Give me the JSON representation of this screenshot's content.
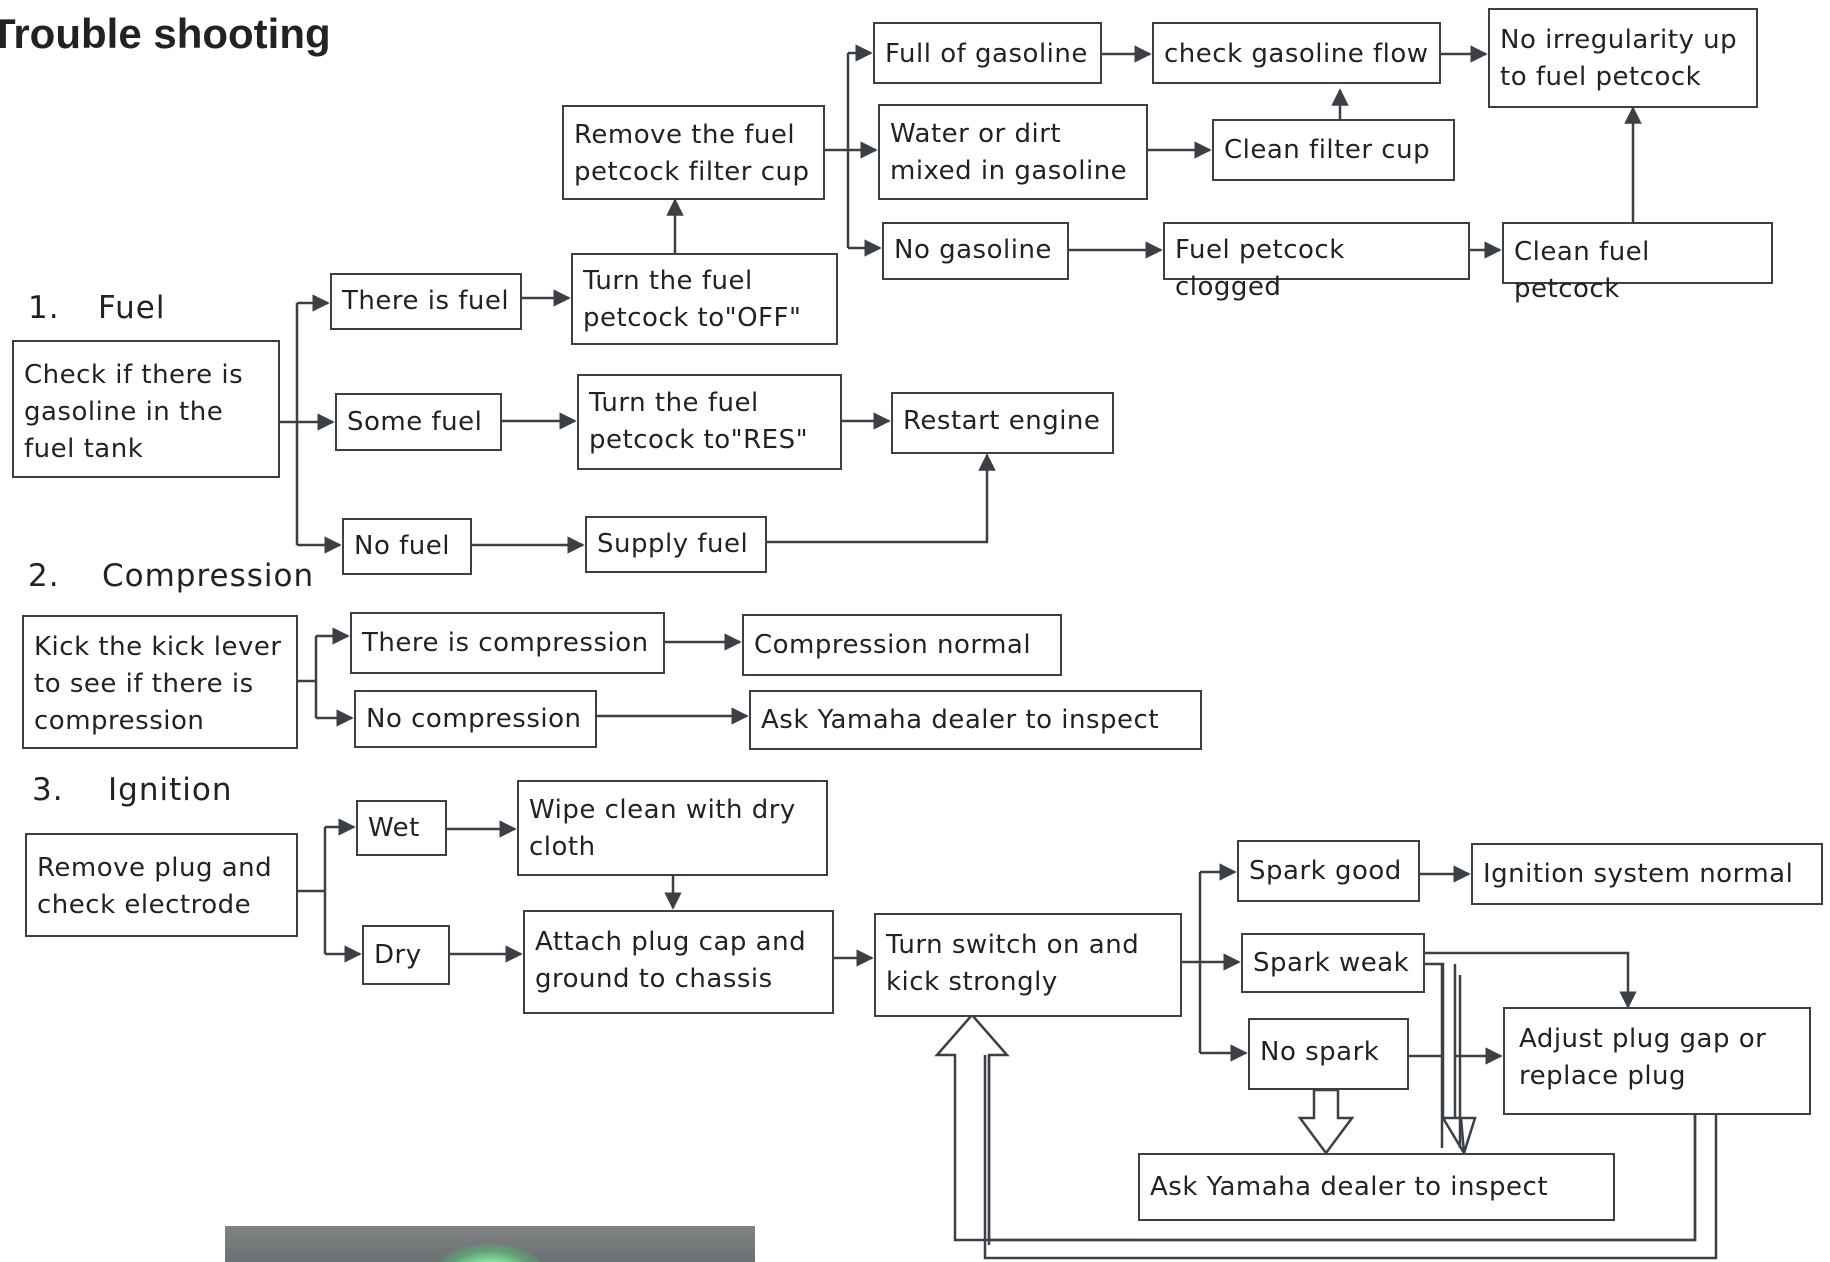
{
  "title": "Trouble shooting",
  "sections": {
    "fuel": {
      "number": "1.",
      "name": "Fuel"
    },
    "compression": {
      "number": "2.",
      "name": "Compression"
    },
    "ignition": {
      "number": "3.",
      "name": "Ignition"
    }
  },
  "nodes": {
    "check_gasoline": "Check if there is\ngasoline in the\nfuel tank",
    "there_is_fuel": "There is fuel",
    "some_fuel": "Some fuel",
    "no_fuel": "No fuel",
    "turn_off": "Turn the fuel\npetcock to\"OFF\"",
    "turn_res": "Turn the fuel\npetcock to\"RES\"",
    "supply_fuel": "Supply fuel",
    "restart_engine": "Restart engine",
    "remove_filter": "Remove the fuel\npetcock filter cup",
    "full_gasoline": "Full of gasoline",
    "water_dirt": "Water or dirt\nmixed in gasoline",
    "no_gasoline": "No gasoline",
    "check_flow": "check gasoline flow",
    "clean_filter": "Clean filter cup",
    "petcock_clogged": "Fuel petcock clogged",
    "clean_petcock": "Clean fuel petcock",
    "no_irregularity": "No irregularity up\nto fuel petcock",
    "kick_lever": "Kick the kick lever\nto see if there is\ncompression",
    "there_is_compression": "There is compression",
    "no_compression": "No compression",
    "compression_normal": "Compression normal",
    "ask_dealer_1": "Ask Yamaha dealer to inspect",
    "remove_plug": "Remove plug and\ncheck electrode",
    "wet": "Wet",
    "dry": "Dry",
    "wipe_clean": "Wipe clean with dry\ncloth",
    "attach_cap": "Attach plug cap and\nground to chassis",
    "turn_switch": "Turn switch on and\nkick strongly",
    "spark_good": "Spark good",
    "spark_weak": "Spark weak",
    "no_spark": "No spark",
    "ignition_normal": "Ignition system normal",
    "adjust_plug": "Adjust plug gap or\nreplace plug",
    "ask_dealer_2": "Ask Yamaha dealer to inspect"
  }
}
